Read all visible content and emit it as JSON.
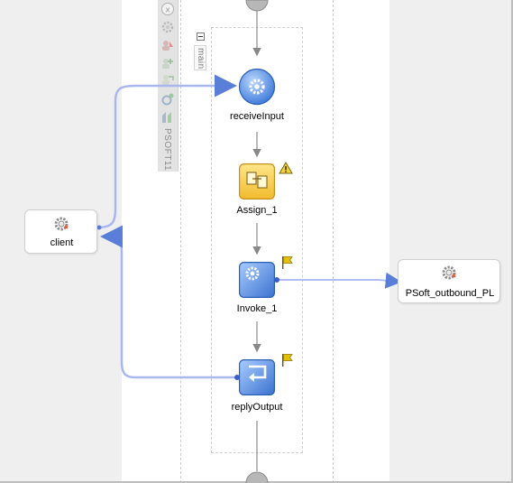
{
  "toolbar": {
    "vertical_label": "PSOFT11"
  },
  "scope": {
    "main_label": "main"
  },
  "partner_links": {
    "client": {
      "label": "client"
    },
    "psoft": {
      "label": "PSoft_outbound_PL"
    }
  },
  "activities": [
    {
      "id": "receive",
      "label": "receiveInput"
    },
    {
      "id": "assign",
      "label": "Assign_1"
    },
    {
      "id": "invoke",
      "label": "Invoke_1"
    },
    {
      "id": "reply",
      "label": "replyOutput"
    }
  ],
  "colors": {
    "wire": "#a8b8ef",
    "arrow_blue": "#5b7fd9",
    "node_blue": "#5f9ae6",
    "assign_yellow": "#f7cf4f",
    "flag_yellow": "#e6c000",
    "lane_gray": "#efefef"
  }
}
